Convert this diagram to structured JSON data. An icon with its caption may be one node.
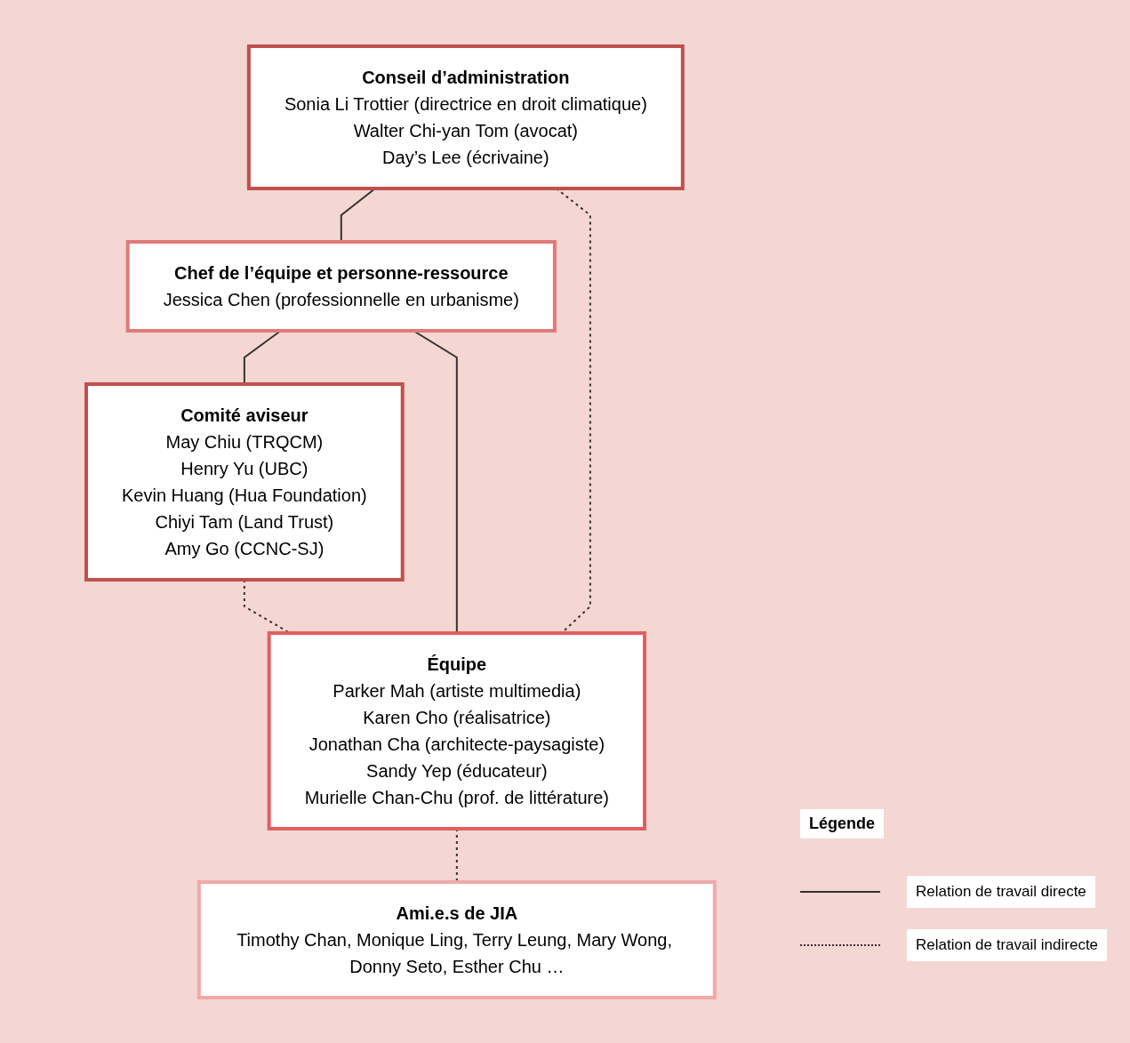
{
  "diagram": {
    "nodes": [
      {
        "text": [
          "Conseil d’administration",
          "Sonia Li Trottier (directrice en droit climatique)",
          "Walter Chi-yan Tom (avocat)",
          "Day’s Lee (écrivaine)"
        ]
      },
      {
        "text": [
          "Chef de l’équipe et personne-ressource",
          "Jessica Chen (professionnelle en urbanisme)"
        ]
      },
      {
        "text": [
          "Comité aviseur",
          "May Chiu (TRQCM)",
          "Henry Yu (UBC)",
          "Kevin Huang (Hua Foundation)",
          "Chiyi Tam (Land Trust)",
          "Amy Go (CCNC-SJ)"
        ]
      },
      {
        "text": [
          "Équipe",
          "Parker Mah (artiste multimedia)",
          "Karen Cho (réalisatrice)",
          "Jonathan Cha (architecte-paysagiste)",
          "Sandy Yep (éducateur)",
          "Murielle Chan-Chu (prof. de littérature)"
        ]
      },
      {
        "text": [
          "Ami.e.s de JIA",
          "Timothy Chan, Monique Ling, Terry Leung, Mary Wong, Donny Seto, Esther Chu …"
        ]
      }
    ],
    "edges": [
      {
        "from": 0,
        "to": 1,
        "arrow": "none"
      },
      {
        "from": 1,
        "to": 2,
        "arrow": "none"
      },
      {
        "from": 1,
        "to": 3,
        "arrow": "none"
      },
      {
        "from": 0,
        "to": 3,
        "arrow": "none",
        "style": "dashed"
      },
      {
        "from": 2,
        "to": 3,
        "arrow": "none",
        "style": "dashed"
      },
      {
        "from": 3,
        "to": 4,
        "arrow": "none",
        "style": "dashed"
      }
    ],
    "labels": [
      "Légende"
    ],
    "legend": [
      {
        "text": "Relation de travail directe"
      },
      {
        "text": "Relation de travail indirecte"
      }
    ]
  }
}
